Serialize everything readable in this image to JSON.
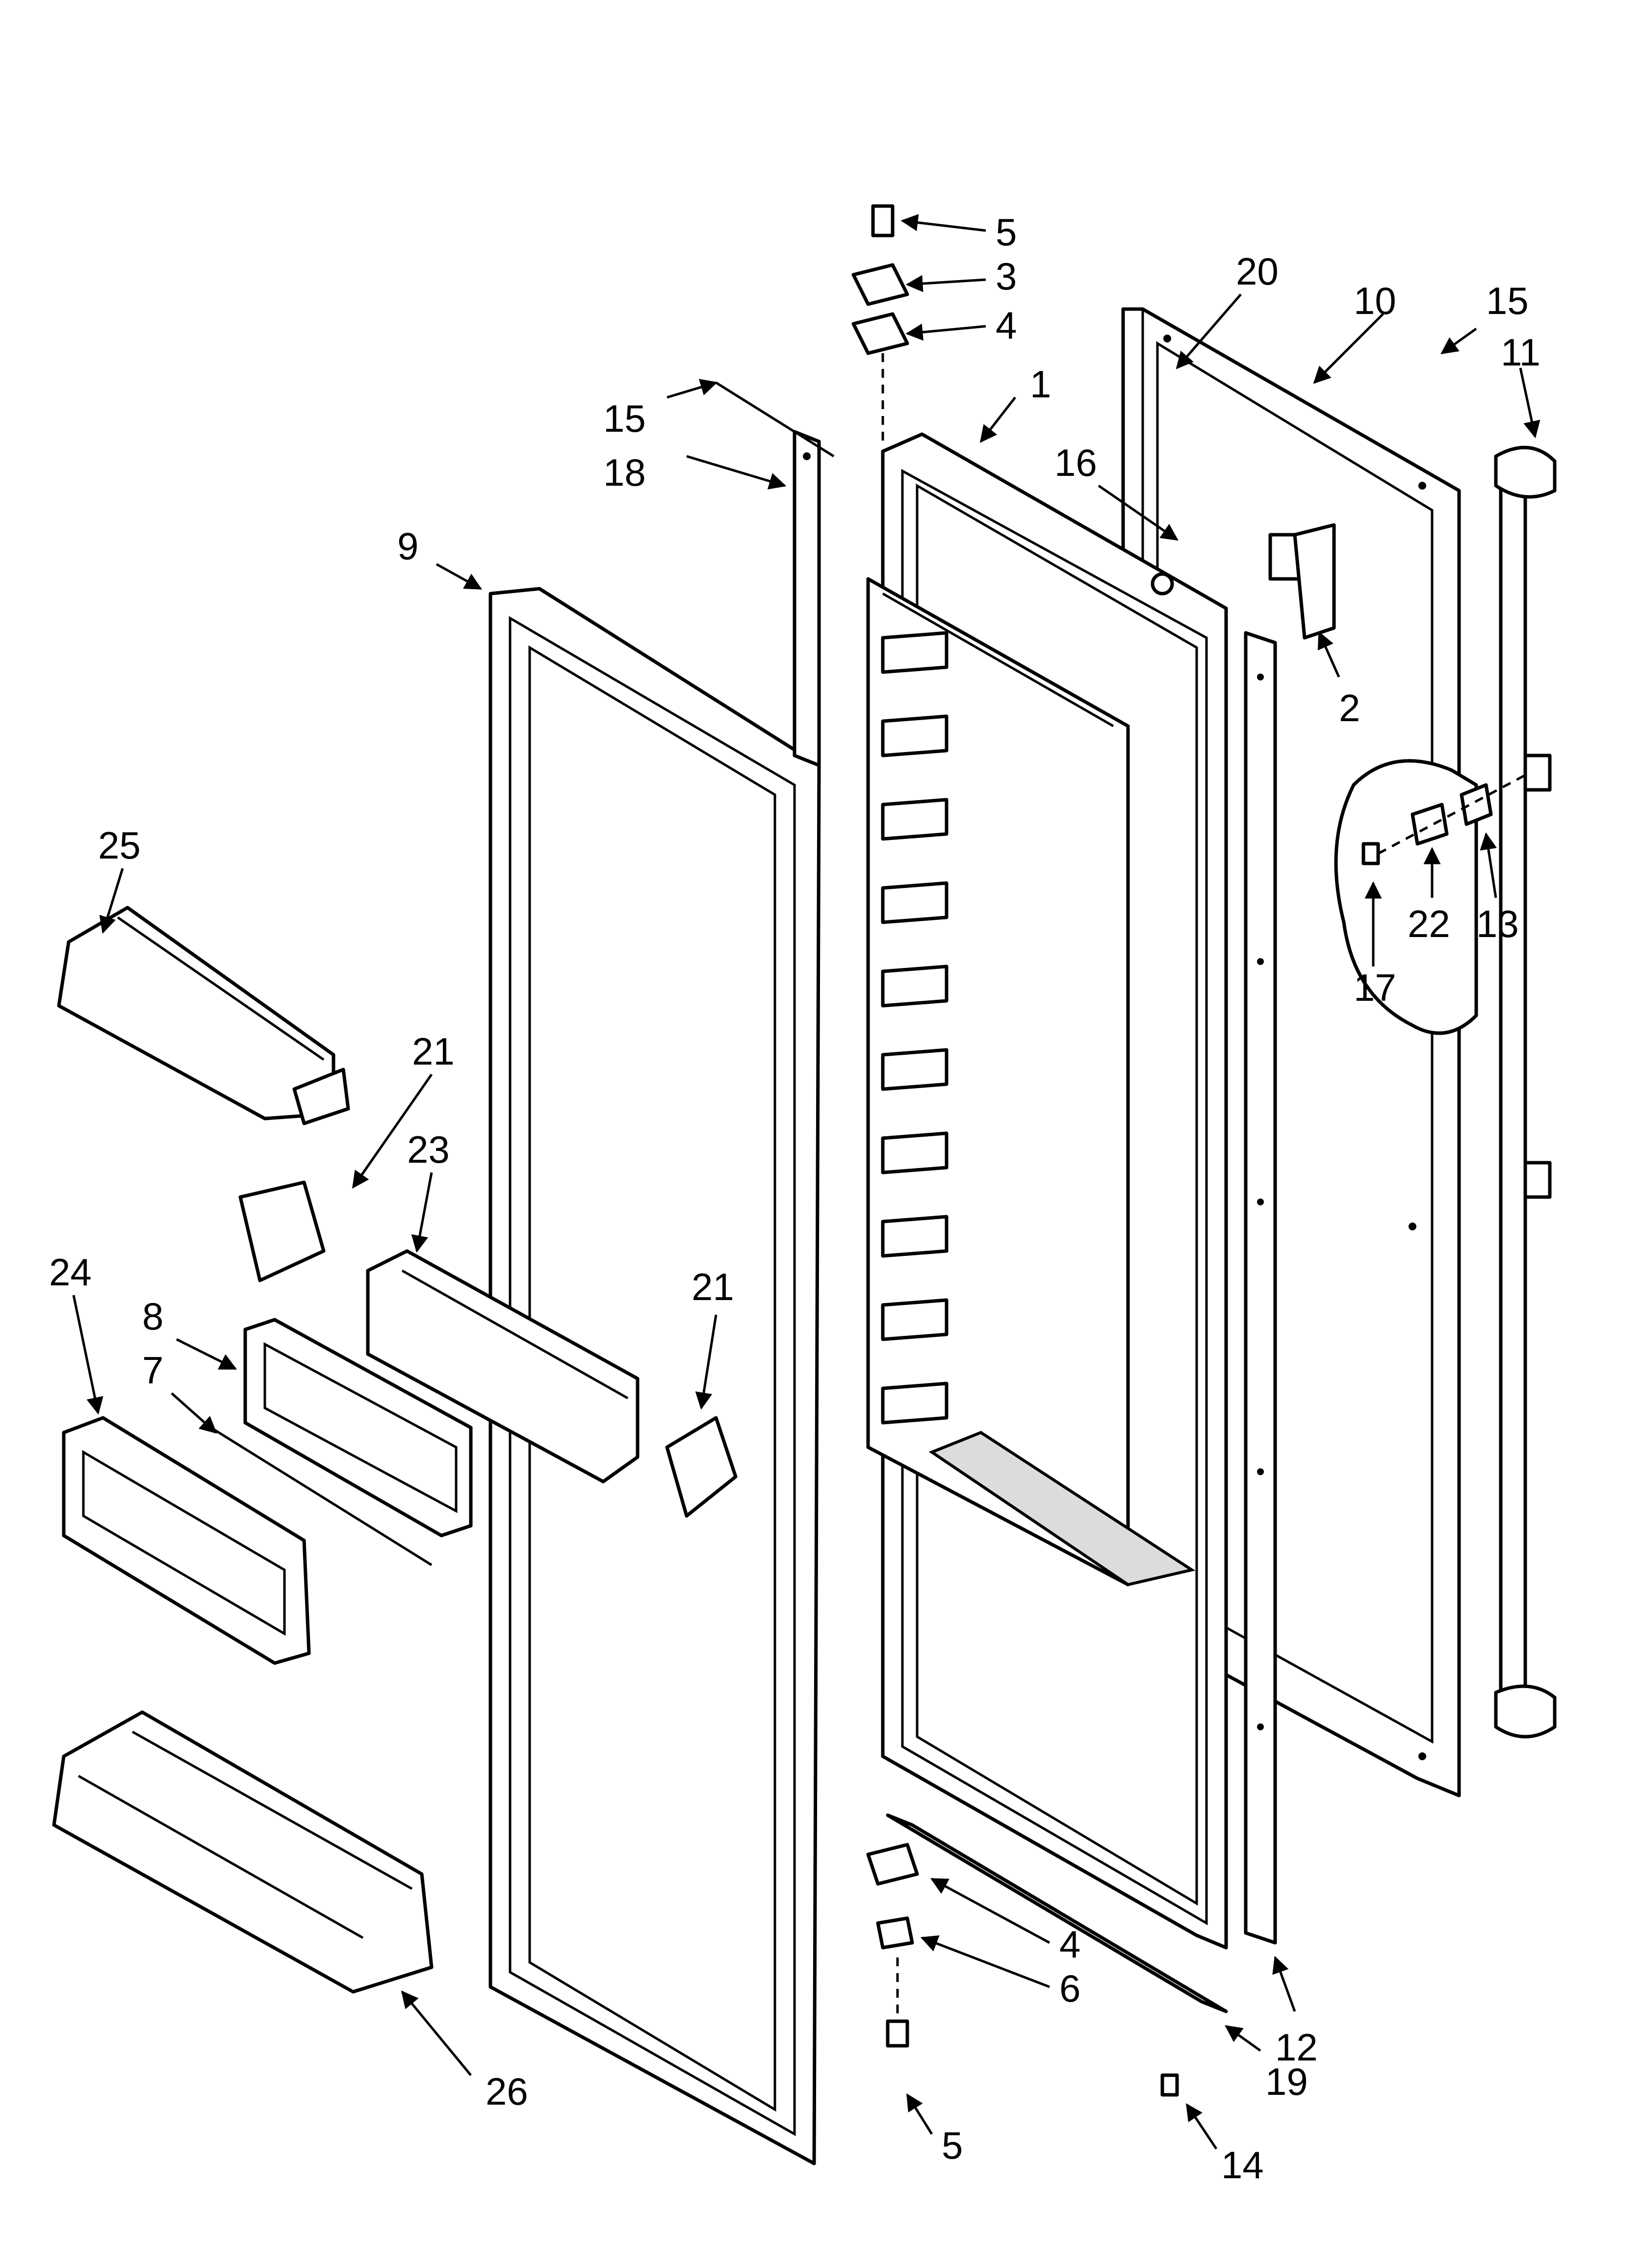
{
  "diagram": {
    "callouts": {
      "c1": "1",
      "c2": "2",
      "c3": "3",
      "c4a": "4",
      "c4b": "4",
      "c5a": "5",
      "c5b": "5",
      "c6": "6",
      "c7": "7",
      "c8": "8",
      "c9": "9",
      "c10": "10",
      "c11": "11",
      "c12": "12",
      "c13": "13",
      "c14": "14",
      "c15a": "15",
      "c15b": "15",
      "c16": "16",
      "c17": "17",
      "c18": "18",
      "c19": "19",
      "c20": "20",
      "c21a": "21",
      "c21b": "21",
      "c22": "22",
      "c23": "23",
      "c24": "24",
      "c25": "25",
      "c26": "26"
    }
  }
}
